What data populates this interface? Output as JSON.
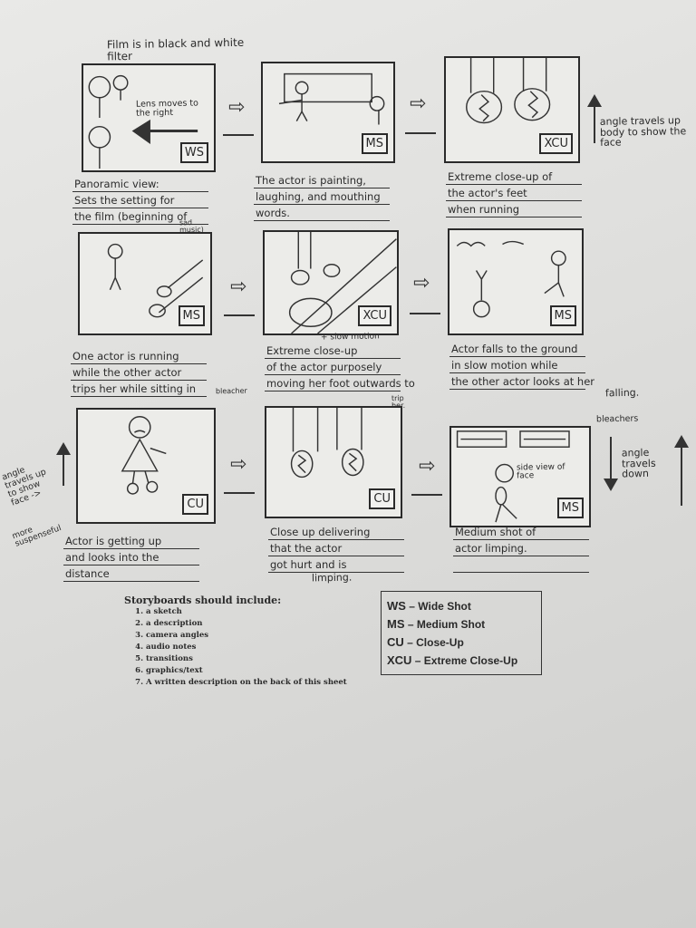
{
  "top_note": "Film is in black and white filter",
  "frames": [
    {
      "shot": "WS",
      "note": "Lens moves to the right",
      "caption": [
        "Panoramic view:",
        "Sets the setting for",
        "the film (beginning of"
      ],
      "caption_extra": "sad music)"
    },
    {
      "shot": "MS",
      "caption": [
        "The actor is painting,",
        "laughing, and mouthing",
        "words."
      ]
    },
    {
      "shot": "XCU",
      "caption": [
        "Extreme close-up of",
        "the actor's feet",
        "when running"
      ]
    },
    {
      "shot": "MS",
      "caption": [
        "One actor is running",
        "while the other actor",
        "trips her while sitting in"
      ],
      "caption_extra": "bleacher"
    },
    {
      "shot": "XCU",
      "caption_top": "+ slow motion",
      "caption": [
        "Extreme close-up",
        "of the actor purposely",
        "moving her foot outwards to"
      ],
      "caption_extra": "trip her."
    },
    {
      "shot": "MS",
      "caption": [
        "Actor falls to the ground",
        "in slow motion while",
        "the other actor looks at her"
      ],
      "caption_extra": "falling."
    },
    {
      "shot": "CU",
      "caption": [
        "Actor is getting up",
        "and looks into the",
        "distance"
      ]
    },
    {
      "shot": "CU",
      "caption": [
        "Close up delivering",
        "that the actor",
        "got hurt and is"
      ],
      "caption_extra": "limping."
    },
    {
      "shot": "MS",
      "note": "side view of face",
      "caption": [
        "Medium shot of",
        "actor limping.",
        ""
      ]
    }
  ],
  "annotations": {
    "right_top": "angle travels up body to show the face",
    "bleachers": "bleachers",
    "right_bottom": "angle travels down",
    "left_margin": "angle travels up to show face ->",
    "left_margin2": "more suspenseful"
  },
  "instructions": {
    "title": "Storyboards should include:",
    "items": [
      "a sketch",
      "a description",
      "camera angles",
      "audio notes",
      "transitions",
      "graphics/text",
      "A written description on the back of this sheet"
    ]
  },
  "legend": [
    {
      "abbr": "WS",
      "meaning": "Wide Shot"
    },
    {
      "abbr": "MS",
      "meaning": "Medium Shot"
    },
    {
      "abbr": "CU",
      "meaning": "Close-Up"
    },
    {
      "abbr": "XCU",
      "meaning": "Extreme Close-Up"
    }
  ]
}
